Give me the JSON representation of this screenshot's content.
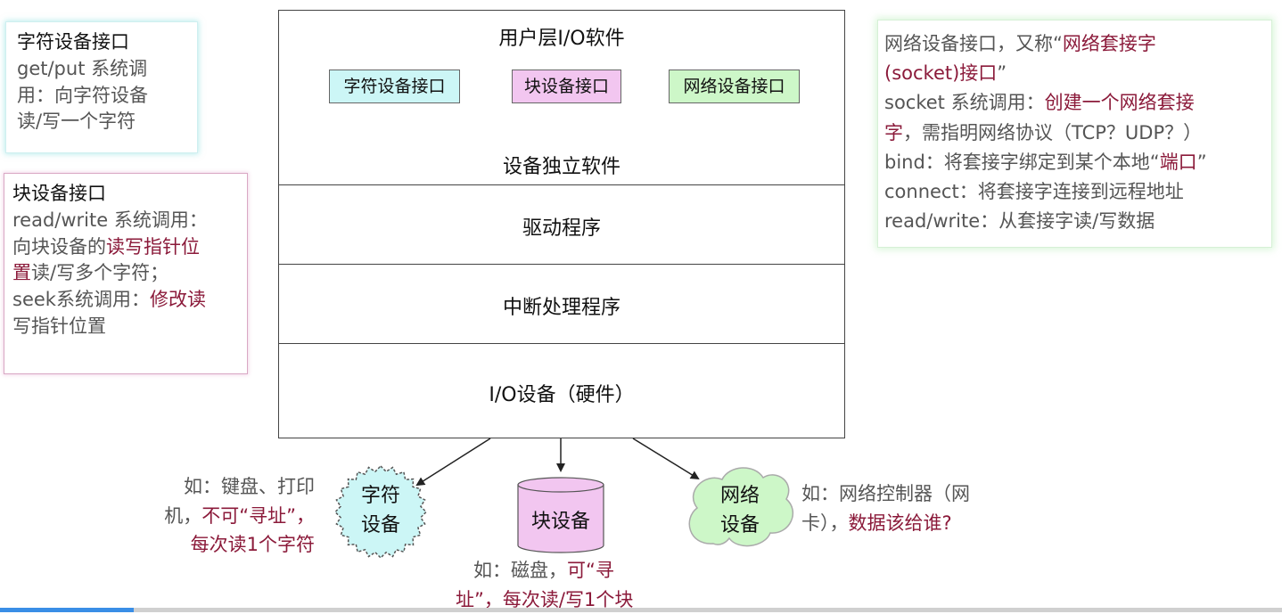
{
  "notes": {
    "char": {
      "title": "字符设备接口",
      "l1": "get/put 系统调",
      "l2": "用：向字符设备",
      "l3": "读/写一个字符"
    },
    "block": {
      "title": "块设备接口",
      "l1": "read/write 系统调用：",
      "l2a": "向块设备的",
      "l2b": "读写指针位",
      "l3a": "置",
      "l3b": "读/写多个字符；",
      "l4a": "seek系统调用：",
      "l4b": "修改读",
      "l5": "写指针位置"
    },
    "net": {
      "l1a": "网络设备接口，又称“",
      "l1b": "网络套接字",
      "l2a": "(socket)接口",
      "l2b": "”",
      "l3a": "socket 系统调用：",
      "l3b": "创建一个网络套接",
      "l4a": "字",
      "l4b": "，需指明网络协议（TCP？UDP？）",
      "l5a": "bind：将套接字绑定到某个本地“",
      "l5b": "端口",
      "l5c": "”",
      "l6": "connect：将套接字连接到远程地址",
      "l7": "read/write：从套接字读/写数据"
    }
  },
  "layers": {
    "user": "用户层I/O软件",
    "independent": "设备独立软件",
    "driver": "驱动程序",
    "interrupt": "中断处理程序",
    "hardware": "I/O设备（硬件）"
  },
  "interfaces": {
    "char": "字符设备接口",
    "block": "块设备接口",
    "net": "网络设备接口"
  },
  "devices": {
    "char": {
      "l1": "字符",
      "l2": "设备"
    },
    "block": "块设备",
    "net": {
      "l1": "网络",
      "l2": "设备"
    }
  },
  "captions": {
    "char": {
      "l1": "如：键盘、打印",
      "l2a": "机，",
      "l2b": "不可“寻址”，",
      "l3": "每次读1个字符"
    },
    "block": {
      "l1a": "如：磁盘，",
      "l1b": "可“寻",
      "l2a": "址”",
      "l2b": "，每次读/写1个块"
    },
    "net": {
      "l1": "如：网络控制器（网",
      "l2a": "卡），",
      "l2b": "数据该给谁?"
    }
  },
  "colors": {
    "highlight": "#8b1a3a",
    "char_fill": "#ccf6f6",
    "block_fill": "#f2c6f0",
    "net_fill": "#cdf7c8"
  }
}
